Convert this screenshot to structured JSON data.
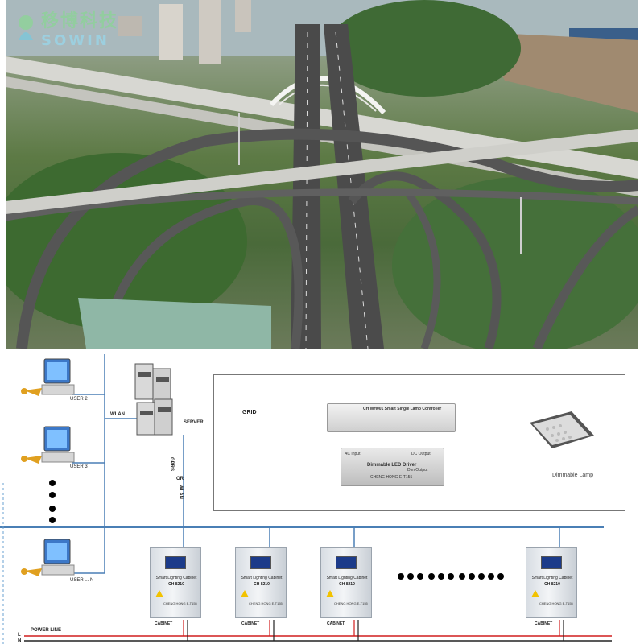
{
  "logo": {
    "cn": "移博科技",
    "en": "SOWIN"
  },
  "network": {
    "users": [
      "USER 2",
      "USER 3",
      "USER ... N"
    ],
    "wlan_label": "WLAN",
    "server_label": "SERVER",
    "gprs_label": "GPRS",
    "or_label": "OR",
    "wlan_vertical": "WLAN"
  },
  "controller_panel": {
    "grid_label": "GRID",
    "controller_title": "CH WH001 Smart Single Lamp Controller",
    "driver_title": "Dimmable LED Driver",
    "driver_model": "CHENG HONG E-T155",
    "ac_input": "AC Input",
    "dc_output": "DC Output",
    "dim_output": "Dim Output",
    "lamp_label": "Dimmable Lamp"
  },
  "cabinets": [
    {
      "name": "Smart Lighting Cabinet",
      "model": "CH 8210",
      "foot": "CHENG HONG E-T155",
      "label": "CABINET"
    },
    {
      "name": "Smart Lighting Cabinet",
      "model": "CH 8210",
      "foot": "CHENG HONG E-T155",
      "label": "CABINET"
    },
    {
      "name": "Smart Lighting Cabinet",
      "model": "CH 8210",
      "foot": "CHENG HONG E-T155",
      "label": "CABINET"
    },
    {
      "name": "Smart Lighting Cabinet",
      "model": "CH 8210",
      "foot": "CHENG HONG E-T155",
      "label": "CABINET"
    }
  ],
  "power": {
    "label": "POWER LINE",
    "l": "L",
    "n": "N"
  },
  "colors": {
    "bus": "#4a7fb5",
    "live": "#d11f1f",
    "neutral": "#222222",
    "yellow_wire": "#e0d000"
  }
}
